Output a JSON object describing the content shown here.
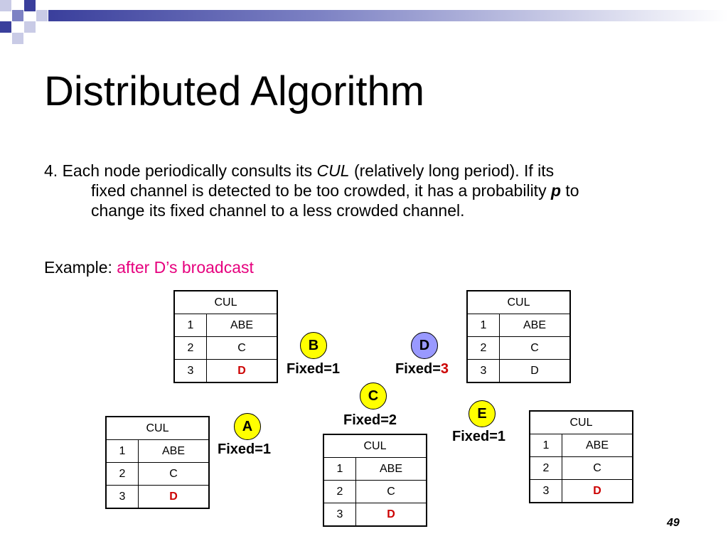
{
  "slide": {
    "title": "Distributed Algorithm",
    "point": {
      "p1": "4. Each node periodically consults its ",
      "cul": "CUL",
      "p2": " (relatively long period). If its",
      "p3": "fixed channel is detected to be too crowded, it has a probability ",
      "p": "p",
      "p4": " to",
      "p5": "change its fixed channel to a less crowded channel."
    },
    "example": {
      "label": "Example: ",
      "highlight": "after D’s broadcast"
    },
    "page_number": "49",
    "colors": {
      "highlight": "#e6007e",
      "red_text": "#cc0000",
      "node_yellow": "#ffff00",
      "node_blue": "#9999ff"
    }
  },
  "tables": {
    "b": {
      "header": "CUL",
      "rows": [
        [
          "1",
          "ABE"
        ],
        [
          "2",
          "C"
        ],
        [
          "3",
          "D"
        ]
      ]
    },
    "d": {
      "header": "CUL",
      "rows": [
        [
          "1",
          "ABE"
        ],
        [
          "2",
          "C"
        ],
        [
          "3",
          "D"
        ]
      ]
    },
    "a": {
      "header": "CUL",
      "rows": [
        [
          "1",
          "ABE"
        ],
        [
          "2",
          "C"
        ],
        [
          "3",
          "D"
        ]
      ]
    },
    "c": {
      "header": "CUL",
      "rows": [
        [
          "1",
          "ABE"
        ],
        [
          "2",
          "C"
        ],
        [
          "3",
          "D"
        ]
      ]
    },
    "e": {
      "header": "CUL",
      "rows": [
        [
          "1",
          "ABE"
        ],
        [
          "2",
          "C"
        ],
        [
          "3",
          "D"
        ]
      ]
    }
  },
  "nodes": {
    "a": {
      "label": "A",
      "fixed_prefix": "Fixed=",
      "fixed_value": "1"
    },
    "b": {
      "label": "B",
      "fixed_prefix": "Fixed=",
      "fixed_value": "1"
    },
    "c": {
      "label": "C",
      "fixed_prefix": "Fixed=",
      "fixed_value": "2"
    },
    "d": {
      "label": "D",
      "fixed_prefix": "Fixed=",
      "fixed_value": "3"
    },
    "e": {
      "label": "E",
      "fixed_prefix": "Fixed=",
      "fixed_value": "1"
    }
  }
}
